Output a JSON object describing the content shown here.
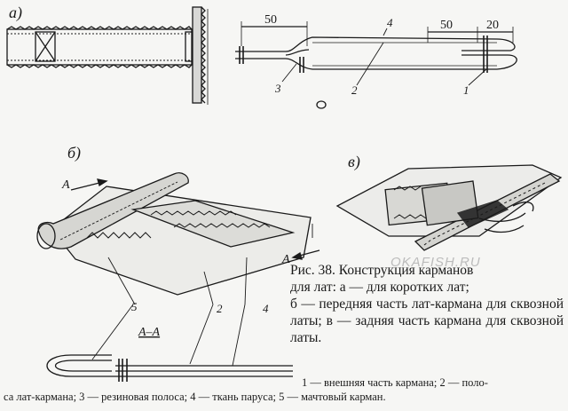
{
  "figure": {
    "panel_labels": {
      "a": "а)",
      "b": "б)",
      "v": "в)"
    },
    "dimensions": {
      "d1": "50",
      "d2": "50",
      "d3": "20"
    },
    "callouts": {
      "c1": "1",
      "c2": "2",
      "c3": "3",
      "c4": "4",
      "c5": "5",
      "c2b": "2",
      "c4b": "4"
    },
    "section_markers": {
      "left": "A",
      "right": "A",
      "section_label": "A–A"
    },
    "watermark": "OKAFISH.RU"
  },
  "caption": {
    "line1": "Рис. 38. Конструкция карманов",
    "line2": "для лат: а — для коротких лат;",
    "line3": "б — передняя часть лат-кармана для сквозной латы; в — задняя часть кармана для сквозной латы."
  },
  "legend": {
    "line1": "1 — внешняя часть кармана; 2 — поло-",
    "line2": "са лат-кармана; 3 — резиновая полоса; 4 — ткань паруса; 5 — мачтовый карман."
  }
}
